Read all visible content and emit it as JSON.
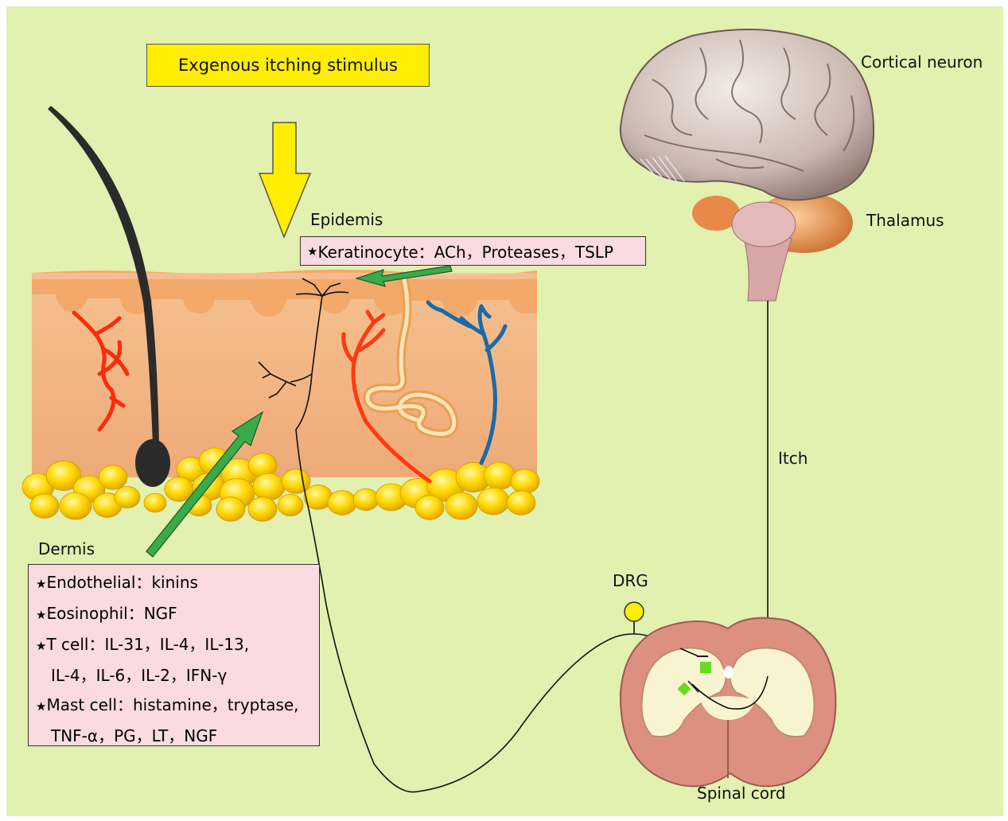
{
  "labels": {
    "stimulus": "Exgenous itching stimulus",
    "cortical_neuron": "Cortical neuron",
    "thalamus": "Thalamus",
    "epidermis": "Epidemis",
    "itch": "Itch",
    "dermis": "Dermis",
    "drg": "DRG",
    "spinal_cord": "Spinal cord"
  },
  "keratinocyte": {
    "text": "Keratinocyte：ACh，Proteases，TSLP"
  },
  "dermis_mediators": [
    "Endothelial：kinins",
    "Eosinophil：NGF",
    "T cell：IL-31，IL-4，IL-13,",
    "IL-4，IL-6，IL-2，IFN-γ",
    "Mast cell：histamine，tryptase,",
    "TNF-α，PG，LT，NGF"
  ],
  "colors": {
    "background": "#e2f0b0",
    "stimulus_box": "#ffee00",
    "mediator_box": "#fadbe2",
    "signal_arrow": "#3aaa4a",
    "fat": "#ffd800"
  }
}
